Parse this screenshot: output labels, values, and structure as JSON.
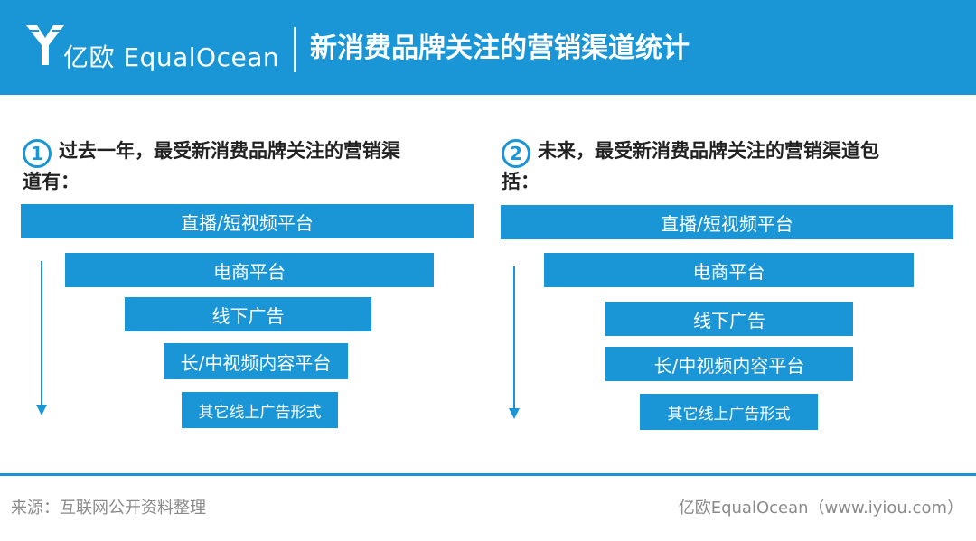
{
  "header": {
    "brand_text": "亿欧 EqualOcean",
    "title": "新消费品牌关注的营销渠道统计"
  },
  "panels": [
    {
      "number": "1",
      "heading_line1": "过去一年，最受新消费品牌关注的营销渠",
      "heading_line2": "道有："
    },
    {
      "number": "2",
      "heading_line1": "未来，最受新消费品牌关注的营销渠道包",
      "heading_line2": "括："
    }
  ],
  "chart_data": [
    {
      "type": "funnel",
      "title": "过去一年，最受新消费品牌关注的营销渠道有：",
      "categories": [
        "直播/短视频平台",
        "电商平台",
        "线下广告",
        "长/中视频内容平台",
        "其它线上广告形式"
      ],
      "rank": [
        1,
        2,
        3,
        4,
        5
      ]
    },
    {
      "type": "funnel",
      "title": "未来，最受新消费品牌关注的营销渠道包括：",
      "categories": [
        "直播/短视频平台",
        "电商平台",
        "线下广告",
        "长/中视频内容平台",
        "其它线上广告形式"
      ],
      "rank": [
        1,
        2,
        3,
        4,
        5
      ]
    }
  ],
  "footer": {
    "source": "来源：互联网公开资料整理",
    "brand": "亿欧EqualOcean（www.iyiou.com）"
  },
  "colors": {
    "accent": "#1a96d6",
    "text_dark": "#222222",
    "text_muted": "#8a8a8a"
  }
}
